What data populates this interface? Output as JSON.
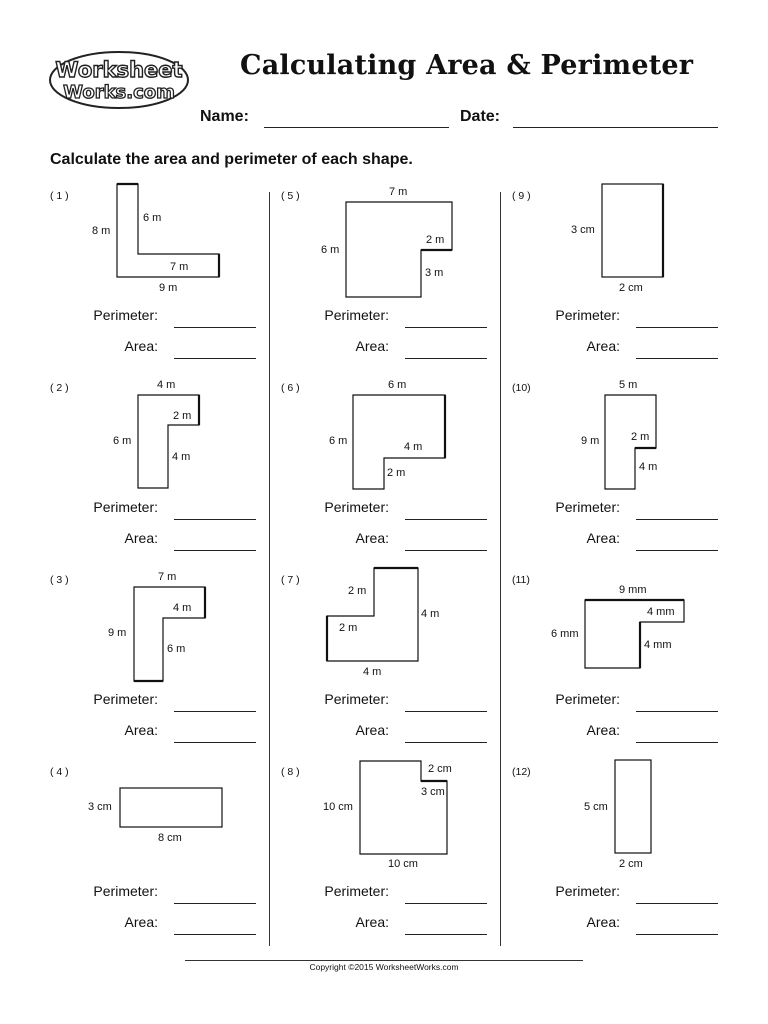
{
  "header": {
    "logo_line1": "Worksheet",
    "logo_line2": "Works.com",
    "title": "Calculating Area & Perimeter",
    "name_label": "Name:",
    "date_label": "Date:"
  },
  "instructions": "Calculate the area and perimeter of each shape.",
  "answer_labels": {
    "perimeter": "Perimeter:",
    "area": "Area:"
  },
  "problems": [
    {
      "number": "( 1 )",
      "labels": [
        "8 m",
        "6 m",
        "7 m",
        "9 m"
      ]
    },
    {
      "number": "( 2 )",
      "labels": [
        "4 m",
        "2 m",
        "6 m",
        "4 m"
      ]
    },
    {
      "number": "( 3 )",
      "labels": [
        "7 m",
        "4 m",
        "9 m",
        "6 m"
      ]
    },
    {
      "number": "( 4 )",
      "labels": [
        "3 cm",
        "8 cm"
      ]
    },
    {
      "number": "( 5 )",
      "labels": [
        "7 m",
        "6 m",
        "2 m",
        "3 m"
      ]
    },
    {
      "number": "( 6 )",
      "labels": [
        "6 m",
        "6 m",
        "4 m",
        "2 m"
      ]
    },
    {
      "number": "( 7 )",
      "labels": [
        "2 m",
        "4 m",
        "2 m",
        "4 m"
      ]
    },
    {
      "number": "( 8 )",
      "labels": [
        "2 cm",
        "10 cm",
        "3 cm",
        "10 cm"
      ]
    },
    {
      "number": "( 9 )",
      "labels": [
        "3 cm",
        "2 cm"
      ]
    },
    {
      "number": "(10)",
      "labels": [
        "5 m",
        "9 m",
        "2 m",
        "4 m"
      ]
    },
    {
      "number": "(11)",
      "labels": [
        "9 mm",
        "4 mm",
        "6 mm",
        "4 mm"
      ]
    },
    {
      "number": "(12)",
      "labels": [
        "5 cm",
        "2 cm"
      ]
    }
  ],
  "footer": {
    "copyright": "Copyright ©2015 WorksheetWorks.com"
  }
}
